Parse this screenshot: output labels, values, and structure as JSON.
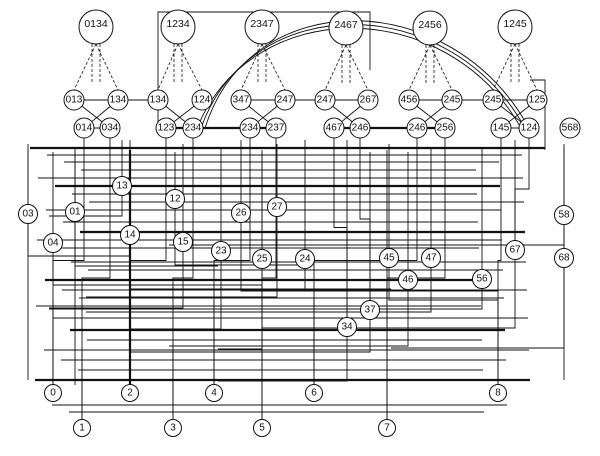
{
  "diagram": {
    "nodes": [
      {
        "id": "0134",
        "label": "0134",
        "size": "big"
      },
      {
        "id": "1234",
        "label": "1234",
        "size": "big"
      },
      {
        "id": "2347",
        "label": "2347",
        "size": "big"
      },
      {
        "id": "2467",
        "label": "2467",
        "size": "big"
      },
      {
        "id": "2456",
        "label": "2456",
        "size": "big"
      },
      {
        "id": "1245",
        "label": "1245",
        "size": "big"
      },
      {
        "id": "013",
        "label": "013"
      },
      {
        "id": "134",
        "label": "134"
      },
      {
        "id": "134b",
        "label": "134"
      },
      {
        "id": "124",
        "label": "124"
      },
      {
        "id": "347",
        "label": "347"
      },
      {
        "id": "247",
        "label": "247"
      },
      {
        "id": "247b",
        "label": "247"
      },
      {
        "id": "267",
        "label": "267"
      },
      {
        "id": "456",
        "label": "456"
      },
      {
        "id": "245",
        "label": "245"
      },
      {
        "id": "245b",
        "label": "245"
      },
      {
        "id": "125",
        "label": "125"
      },
      {
        "id": "014",
        "label": "014"
      },
      {
        "id": "034",
        "label": "034"
      },
      {
        "id": "123",
        "label": "123"
      },
      {
        "id": "234",
        "label": "234"
      },
      {
        "id": "234b",
        "label": "234"
      },
      {
        "id": "237",
        "label": "237"
      },
      {
        "id": "467",
        "label": "467"
      },
      {
        "id": "246",
        "label": "246"
      },
      {
        "id": "246b",
        "label": "246"
      },
      {
        "id": "256",
        "label": "256"
      },
      {
        "id": "145",
        "label": "145"
      },
      {
        "id": "124b",
        "label": "124"
      },
      {
        "id": "568",
        "label": "568"
      },
      {
        "id": "13",
        "label": "13"
      },
      {
        "id": "03",
        "label": "03"
      },
      {
        "id": "01",
        "label": "01"
      },
      {
        "id": "12",
        "label": "12"
      },
      {
        "id": "26",
        "label": "26"
      },
      {
        "id": "27",
        "label": "27"
      },
      {
        "id": "58",
        "label": "58"
      },
      {
        "id": "04",
        "label": "04"
      },
      {
        "id": "14",
        "label": "14"
      },
      {
        "id": "15",
        "label": "15"
      },
      {
        "id": "23",
        "label": "23"
      },
      {
        "id": "25",
        "label": "25"
      },
      {
        "id": "24",
        "label": "24"
      },
      {
        "id": "45",
        "label": "45"
      },
      {
        "id": "47",
        "label": "47"
      },
      {
        "id": "46",
        "label": "46"
      },
      {
        "id": "67",
        "label": "67"
      },
      {
        "id": "68",
        "label": "68"
      },
      {
        "id": "56",
        "label": "56"
      },
      {
        "id": "37",
        "label": "37"
      },
      {
        "id": "34",
        "label": "34"
      },
      {
        "id": "0",
        "label": "0"
      },
      {
        "id": "2",
        "label": "2"
      },
      {
        "id": "4",
        "label": "4"
      },
      {
        "id": "6",
        "label": "6"
      },
      {
        "id": "8",
        "label": "8"
      },
      {
        "id": "1",
        "label": "1"
      },
      {
        "id": "3",
        "label": "3"
      },
      {
        "id": "5",
        "label": "5"
      },
      {
        "id": "7",
        "label": "7"
      }
    ]
  }
}
